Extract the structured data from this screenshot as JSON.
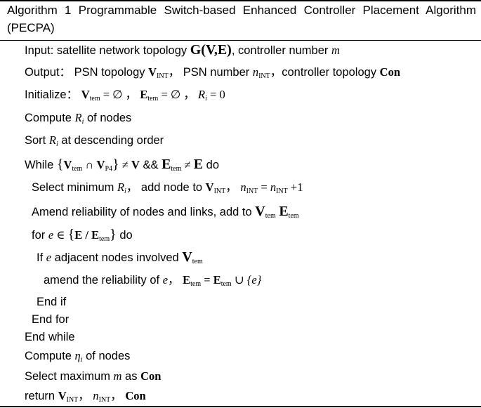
{
  "algorithm": {
    "title": "Algorithm 1 Programmable Switch-based Enhanced Controller Placement Algorithm (PECPA)",
    "input": {
      "prefix": "Input: satellite network topology ",
      "topology": "G(V,E)",
      "middle": ", controller number ",
      "var": "m"
    },
    "output": {
      "prefix": "Output： PSN topology ",
      "vint": "V",
      "vint_sub": "INT",
      "sep1": "， PSN number ",
      "nint": "n",
      "nint_sub": "INT",
      "sep2": "，controller topology ",
      "con": "Con"
    },
    "initialize": {
      "prefix": "Initialize： ",
      "v": "V",
      "v_sub": "tem",
      "v_eq": " = ∅ ， ",
      "e": "E",
      "e_sub": "tem",
      "e_eq": " = ∅ ， ",
      "r": "R",
      "r_sub": "i",
      "r_eq": " = 0"
    },
    "compute_r": {
      "prefix": "Compute ",
      "r": "R",
      "r_sub": "i",
      "suffix": " of nodes"
    },
    "sort": {
      "prefix": "Sort ",
      "r": "R",
      "r_sub": "i",
      "suffix": " at descending order"
    },
    "while": {
      "keyword": "While ",
      "open": "{",
      "v1": "V",
      "v1_sub": "tem",
      "cap": " ∩ ",
      "v2": "V",
      "v2_sub": "P4",
      "close": "}",
      "neq1": " ≠ ",
      "v3": "V",
      "and": " && ",
      "e1": "E",
      "e1_sub": "tem",
      "neq2": " ≠ ",
      "e2": "E",
      "do": " do"
    },
    "select_min": {
      "prefix": "Select minimum ",
      "r": "R",
      "r_sub": "i",
      "middle": "， add node to ",
      "v": "V",
      "v_sub": "INT",
      "comma": "， ",
      "n1": "n",
      "n1_sub": "INT",
      "eq": " = ",
      "n2": "n",
      "n2_sub": "INT",
      "plus": " +1"
    },
    "amend_nodes": {
      "prefix": "Amend reliability of nodes and links, add to ",
      "v": "V",
      "v_sub": "tem",
      "sp": " ",
      "e": "E",
      "e_sub": "tem"
    },
    "for": {
      "keyword": "for ",
      "e": "e",
      "in": " ∈ ",
      "open": "{",
      "bigE": "E",
      "slash": " / ",
      "etem": "E",
      "etem_sub": "tem",
      "close": "}",
      "do": " do"
    },
    "if": {
      "keyword": "If ",
      "e": "e",
      "middle": " adjacent nodes involved ",
      "v": "V",
      "v_sub": "tem"
    },
    "amend_e": {
      "prefix": "amend the reliability of ",
      "e": "e",
      "comma": "， ",
      "e1": "E",
      "e1_sub": "tem",
      "eq": " = ",
      "e2": "E",
      "e2_sub": "tem",
      "union": " ∪ ",
      "set": "{e}"
    },
    "end_if": "End if",
    "end_for": "End for",
    "end_while": "End while",
    "compute_eta": {
      "prefix": "Compute ",
      "eta": "η",
      "eta_sub": "i",
      "suffix": " of nodes"
    },
    "select_max": {
      "prefix": "Select maximum ",
      "m": "m",
      "middle": " as ",
      "con": "Con"
    },
    "return": {
      "prefix": "return ",
      "v": "V",
      "v_sub": "INT",
      "c1": "， ",
      "n": "n",
      "n_sub": "INT",
      "c2": "， ",
      "con": "Con"
    }
  }
}
